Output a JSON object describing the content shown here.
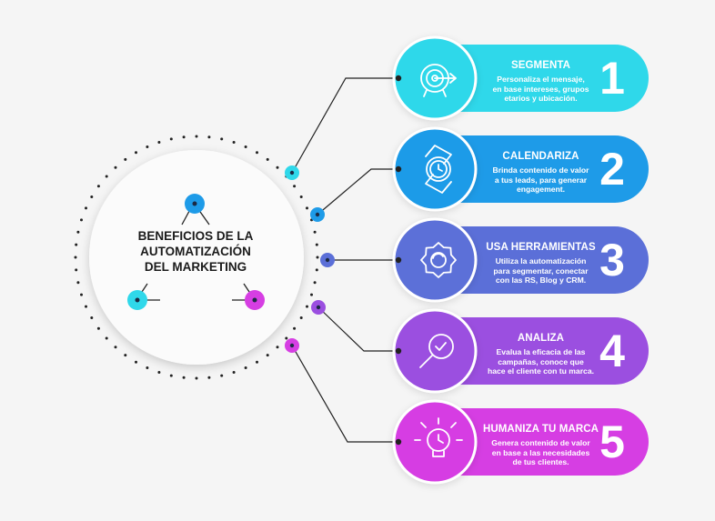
{
  "center": {
    "line1": "BENEFICIOS DE LA",
    "line2": "AUTOMATIZACIÓN",
    "line3": "DEL MARKETING"
  },
  "colors": {
    "cyan": "#2fd8ea",
    "blue": "#1e9be8",
    "indigo": "#5b6fd8",
    "purple": "#9b4fe0",
    "magenta": "#d63ee3",
    "background": "#f5f5f5"
  },
  "items": [
    {
      "number": "1",
      "title": "SEGMENTA",
      "desc": [
        "Personaliza el mensaje,",
        "en base intereses, grupos",
        "etarios y ubicación."
      ],
      "icon": "target-icon",
      "color": "#2fd8ea"
    },
    {
      "number": "2",
      "title": "CALENDARIZA",
      "desc": [
        "Brinda contenido de valor",
        "a tus leads, para generar",
        "engagement."
      ],
      "icon": "watch-icon",
      "color": "#1e9be8"
    },
    {
      "number": "3",
      "title": "USA HERRAMIENTAS",
      "desc": [
        "Utiliza la automatización",
        "para segmentar, conectar",
        "con las RS, Blog y CRM."
      ],
      "icon": "gear-icon",
      "color": "#5b6fd8"
    },
    {
      "number": "4",
      "title": "ANALIZA",
      "desc": [
        "Evalua la eficacia de las",
        "campañas, conoce que",
        "hace el cliente con tu marca."
      ],
      "icon": "magnifier-icon",
      "color": "#9b4fe0"
    },
    {
      "number": "5",
      "title": "HUMANIZA TU MARCA",
      "desc": [
        "Genera contenido de valor",
        "en base a las necesidades",
        "de tus clientes."
      ],
      "icon": "lightbulb-icon",
      "color": "#d63ee3"
    }
  ]
}
